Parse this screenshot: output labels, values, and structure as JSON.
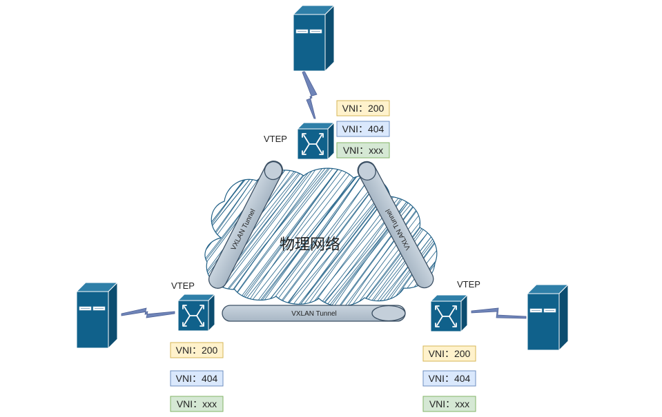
{
  "diagram": {
    "cloud_label": "物理网络",
    "tunnel_label": "VXLAN Tunnel",
    "colors": {
      "device_front": "#10618b",
      "device_top": "#2f7fa8",
      "device_side": "#0c4d70",
      "tunnel_fill": "#b9c6d2",
      "tunnel_stroke": "#3b4f63",
      "cloud_hatch": "#1f5f86",
      "link_bolt": "#6f84b8",
      "vni_yellow_fill": "#fff2cc",
      "vni_yellow_stroke": "#d6b656",
      "vni_blue_fill": "#dae8fc",
      "vni_blue_stroke": "#6c8ebf",
      "vni_green_fill": "#d5e8d4",
      "vni_green_stroke": "#82b366"
    },
    "nodes": {
      "top": {
        "vtep_label": "VTEP",
        "vnis": [
          "VNI：200",
          "VNI：404",
          "VNI：xxx"
        ]
      },
      "left": {
        "vtep_label": "VTEP",
        "vnis": [
          "VNI：200",
          "VNI：404",
          "VNI：xxx"
        ]
      },
      "right": {
        "vtep_label": "VTEP",
        "vnis": [
          "VNI：200",
          "VNI：404",
          "VNI：xxx"
        ]
      }
    },
    "icons": {
      "server": "server-icon",
      "switch": "switch-icon",
      "link": "lightning-link-icon"
    }
  }
}
